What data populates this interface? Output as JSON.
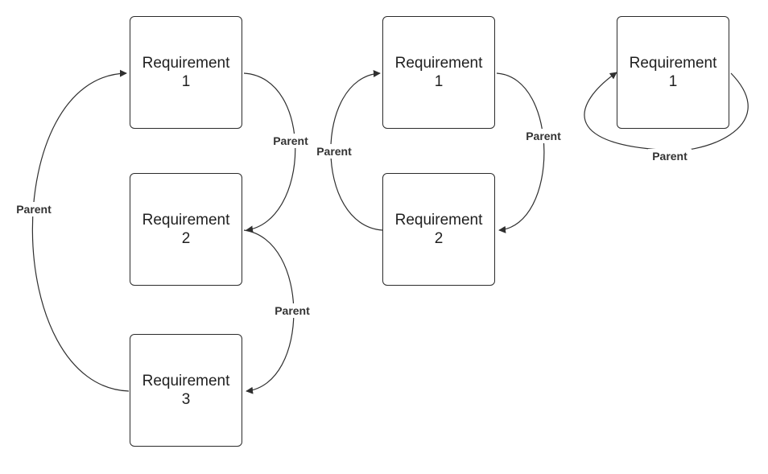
{
  "diagrams": [
    {
      "nodes": [
        {
          "label": "Requirement\n1"
        },
        {
          "label": "Requirement\n2"
        },
        {
          "label": "Requirement\n3"
        }
      ],
      "edges": [
        {
          "from": "Requirement 1",
          "to": "Requirement 2",
          "label": "Parent"
        },
        {
          "from": "Requirement 2",
          "to": "Requirement 3",
          "label": "Parent"
        },
        {
          "from": "Requirement 3",
          "to": "Requirement 1",
          "label": "Parent"
        }
      ]
    },
    {
      "nodes": [
        {
          "label": "Requirement\n1"
        },
        {
          "label": "Requirement\n2"
        }
      ],
      "edges": [
        {
          "from": "Requirement 1",
          "to": "Requirement 2",
          "label": "Parent"
        },
        {
          "from": "Requirement 2",
          "to": "Requirement 1",
          "label": "Parent"
        }
      ]
    },
    {
      "nodes": [
        {
          "label": "Requirement\n1"
        }
      ],
      "edges": [
        {
          "from": "Requirement 1",
          "to": "Requirement 1",
          "label": "Parent"
        }
      ]
    }
  ],
  "colors": {
    "stroke": "#2b2b2b",
    "text": "#1f1f1f",
    "background": "#ffffff"
  }
}
